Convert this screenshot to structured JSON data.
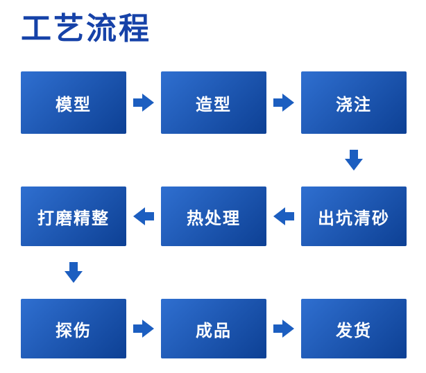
{
  "title": "工艺流程",
  "colors": {
    "title-color": "#1642a8",
    "box-grad-start": "#2f6fd0",
    "box-grad-end": "#0d4094",
    "arrow-color": "#1c5ec0",
    "box-text-color": "#ffffff"
  },
  "flow": {
    "type": "flowchart",
    "steps": [
      {
        "label": "模型"
      },
      {
        "label": "造型"
      },
      {
        "label": "浇注"
      },
      {
        "label": "出坑清砂"
      },
      {
        "label": "热处理"
      },
      {
        "label": "打磨精整"
      },
      {
        "label": "探伤"
      },
      {
        "label": "成品"
      },
      {
        "label": "发货"
      }
    ]
  }
}
